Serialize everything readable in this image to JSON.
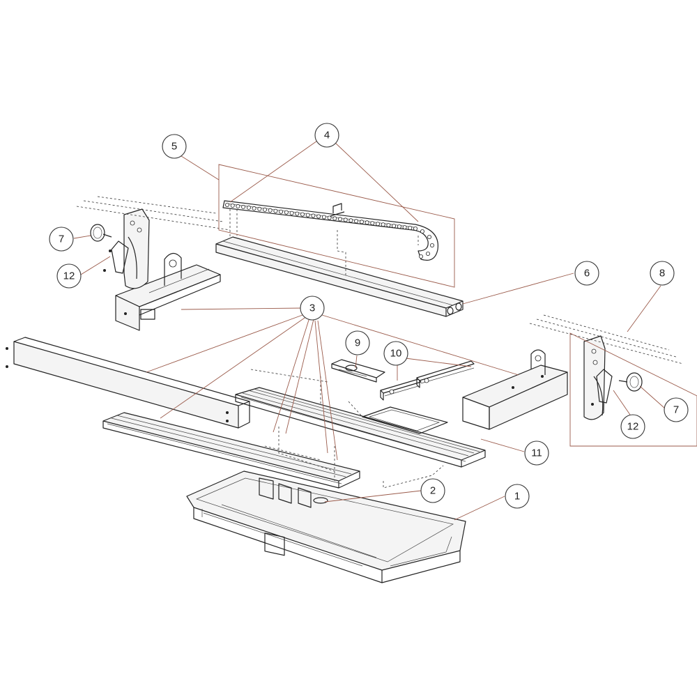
{
  "callouts": [
    {
      "id": "c1",
      "label": "1"
    },
    {
      "id": "c2",
      "label": "2"
    },
    {
      "id": "c3",
      "label": "3"
    },
    {
      "id": "c4",
      "label": "4"
    },
    {
      "id": "c5",
      "label": "5"
    },
    {
      "id": "c6",
      "label": "6"
    },
    {
      "id": "c7a",
      "label": "7"
    },
    {
      "id": "c7b",
      "label": "7"
    },
    {
      "id": "c8",
      "label": "8"
    },
    {
      "id": "c9",
      "label": "9"
    },
    {
      "id": "c10",
      "label": "10"
    },
    {
      "id": "c11",
      "label": "11"
    },
    {
      "id": "c12a",
      "label": "12"
    },
    {
      "id": "c12b",
      "label": "12"
    }
  ],
  "colors": {
    "line": "#222222",
    "leader": "#9a5a4a",
    "background": "#ffffff"
  }
}
